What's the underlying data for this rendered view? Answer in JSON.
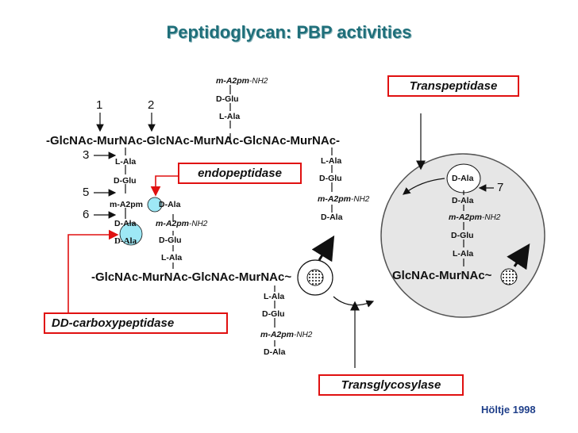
{
  "title": "Peptidoglycan: PBP activities",
  "credit": "Höltje 1998",
  "boxes": {
    "transpeptidase": "Transpeptidase",
    "endopeptidase": "endopeptidase",
    "dd_carboxypeptidase": "DD-carboxypeptidase",
    "transglycosylase": "Transglycosylase"
  },
  "site_numbers": [
    "1",
    "2",
    "3",
    "5",
    "6",
    "7"
  ],
  "residues": {
    "dala": "D-Ala",
    "lala": "L-Ala",
    "dglu": "D-Glu",
    "a2pm": "m-A2pm",
    "nh2": "-NH2",
    "glcnac": "GlcNAc",
    "murnac": "MurNAc",
    "dash": "-",
    "tilde": "~"
  },
  "chains": {
    "top": "-GlcNAc-MurNAc-GlcNAc-MurNAc-GlcNAc-MurNAc-",
    "middle": "-GlcNAc-MurNAc-GlcNAc-MurNAc~",
    "circle": "GlcNAc-MurNAc~"
  },
  "colors": {
    "title": "#1f6f7a",
    "box_border": "#e01010",
    "arrow_red": "#e01010",
    "circle_fill": "#e6e6e6",
    "cyan": "#9ee8f5",
    "credit": "#1f3f8a"
  }
}
